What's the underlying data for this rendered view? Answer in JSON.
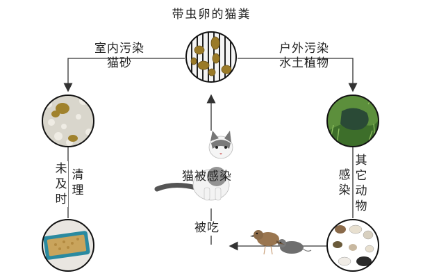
{
  "title": "带虫卵的猫粪",
  "top_left_label": {
    "line1": "室内污染",
    "line2": "猫砂"
  },
  "top_right_label": {
    "line1": "户外污染",
    "line2": "水土植物"
  },
  "left_label": {
    "col1": "未及时",
    "col2": "清理"
  },
  "right_label": {
    "col1": "感染",
    "col2": "其它动物"
  },
  "center_label": "猫被感染",
  "bottom_label": "被吃",
  "colors": {
    "line": "#333333",
    "circle_border": "#111111",
    "feces": "#9a7a28",
    "grass": "#4f8a34",
    "litter": "#c9a45c"
  }
}
